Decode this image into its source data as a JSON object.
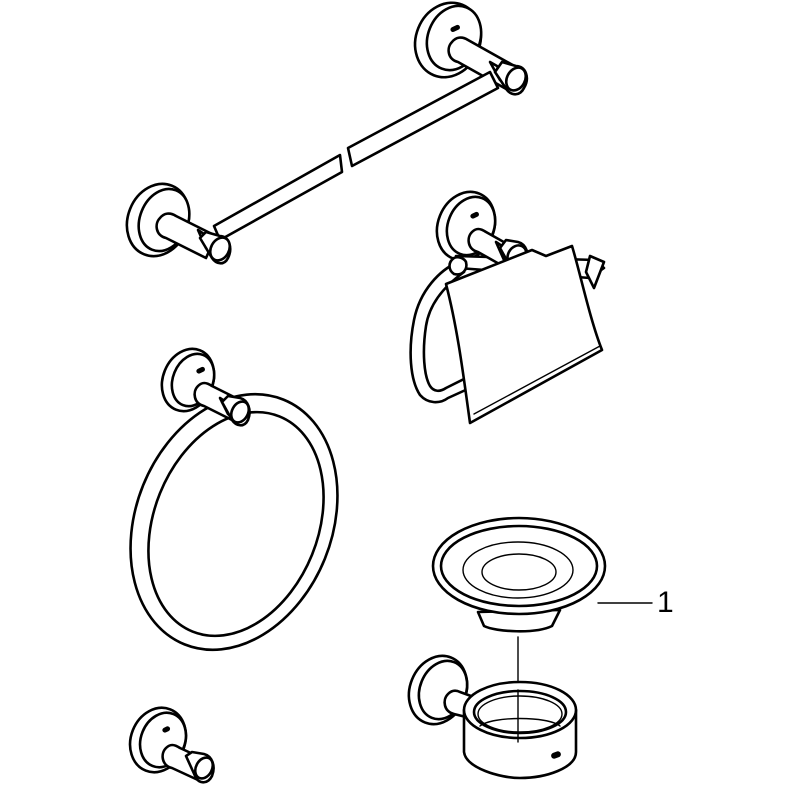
{
  "diagram": {
    "type": "product-assembly-line-drawing",
    "background": "#ffffff",
    "line_color": "#000000",
    "items": [
      {
        "name": "towel-bar",
        "description": "Wall-mounted towel rail with two round rosettes, broken rail indicating variable length"
      },
      {
        "name": "toilet-paper-holder",
        "description": "Toilet paper holder with cover flap on round rosette"
      },
      {
        "name": "towel-ring",
        "description": "Towel ring on round rosette"
      },
      {
        "name": "robe-hook",
        "description": "Single robe hook on round rosette"
      },
      {
        "name": "soap-dish-holder",
        "description": "Soap dish holder with removable dish, exploded view"
      }
    ],
    "callouts": [
      {
        "label": "1",
        "target": "soap-dish"
      }
    ]
  }
}
